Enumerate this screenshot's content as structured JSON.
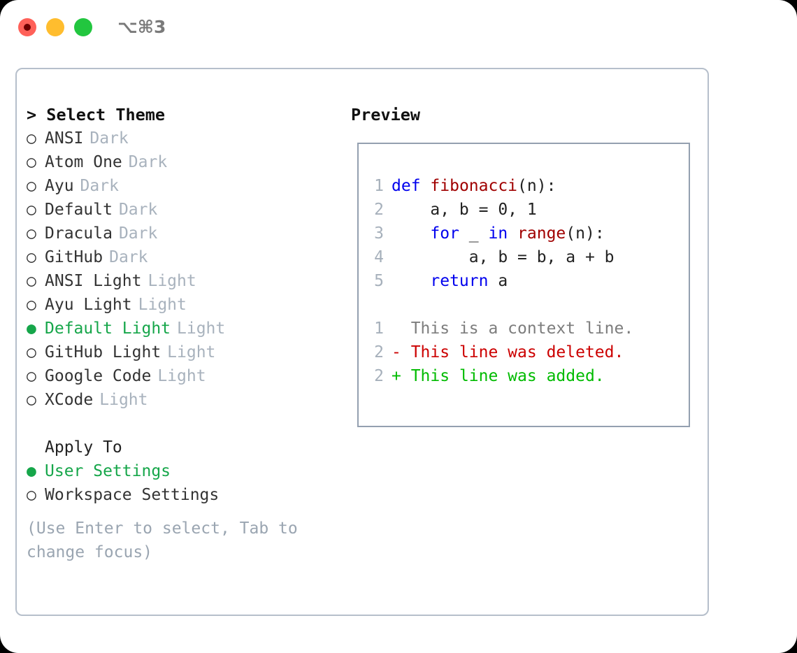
{
  "titlebar": {
    "shortcut": "⌥⌘3",
    "buttons": {
      "close": "close",
      "minimize": "minimize",
      "maximize": "maximize"
    }
  },
  "colors": {
    "selected_green": "#16a64a",
    "muted_gray": "#a8b2bd",
    "hint_gray": "#9aa5b1",
    "keyword_blue": "#0000ee",
    "function_red": "#a00000",
    "diff_deleted": "#cc0000",
    "diff_added": "#00bb00",
    "panel_border": "#b6bfcb",
    "preview_border": "#94a0b0"
  },
  "theme_picker": {
    "header": "> Select Theme",
    "items": [
      {
        "bullet": "○",
        "label": "ANSI",
        "tag": "Dark",
        "selected": false
      },
      {
        "bullet": "○",
        "label": "Atom One",
        "tag": "Dark",
        "selected": false
      },
      {
        "bullet": "○",
        "label": "Ayu",
        "tag": "Dark",
        "selected": false
      },
      {
        "bullet": "○",
        "label": "Default",
        "tag": "Dark",
        "selected": false
      },
      {
        "bullet": "○",
        "label": "Dracula",
        "tag": "Dark",
        "selected": false
      },
      {
        "bullet": "○",
        "label": "GitHub",
        "tag": "Dark",
        "selected": false
      },
      {
        "bullet": "○",
        "label": "ANSI Light",
        "tag": "Light",
        "selected": false
      },
      {
        "bullet": "○",
        "label": "Ayu Light",
        "tag": "Light",
        "selected": false
      },
      {
        "bullet": "●",
        "label": "Default Light",
        "tag": "Light",
        "selected": true
      },
      {
        "bullet": "○",
        "label": "GitHub Light",
        "tag": "Light",
        "selected": false
      },
      {
        "bullet": "○",
        "label": "Google Code",
        "tag": "Light",
        "selected": false
      },
      {
        "bullet": "○",
        "label": "XCode",
        "tag": "Light",
        "selected": false
      }
    ]
  },
  "apply_to": {
    "header": "Apply To",
    "items": [
      {
        "bullet": "●",
        "label": "User Settings",
        "selected": true
      },
      {
        "bullet": "○",
        "label": "Workspace Settings",
        "selected": false
      }
    ]
  },
  "hint": "(Use Enter to select, Tab to change focus)",
  "preview": {
    "title": "Preview",
    "code_lines": [
      {
        "num": "1",
        "tokens": [
          {
            "t": "def",
            "c": "kw"
          },
          {
            "t": " ",
            "c": "pl"
          },
          {
            "t": "fibonacci",
            "c": "fn"
          },
          {
            "t": "(n):",
            "c": "pl"
          }
        ]
      },
      {
        "num": "2",
        "tokens": [
          {
            "t": "    a, b = 0, 1",
            "c": "pl"
          }
        ]
      },
      {
        "num": "3",
        "tokens": [
          {
            "t": "    ",
            "c": "pl"
          },
          {
            "t": "for",
            "c": "kw"
          },
          {
            "t": " _ ",
            "c": "pl"
          },
          {
            "t": "in",
            "c": "kw"
          },
          {
            "t": " ",
            "c": "pl"
          },
          {
            "t": "range",
            "c": "fn"
          },
          {
            "t": "(n):",
            "c": "pl"
          }
        ]
      },
      {
        "num": "4",
        "tokens": [
          {
            "t": "        a, b = b, a + b",
            "c": "pl"
          }
        ]
      },
      {
        "num": "5",
        "tokens": [
          {
            "t": "    ",
            "c": "pl"
          },
          {
            "t": "return",
            "c": "kw"
          },
          {
            "t": " a",
            "c": "pl"
          }
        ]
      }
    ],
    "diff_lines": [
      {
        "num": "1",
        "marker": " ",
        "text": " This is a context line.",
        "kind": "ctx"
      },
      {
        "num": "2",
        "marker": "-",
        "text": " This line was deleted.",
        "kind": "del"
      },
      {
        "num": "2",
        "marker": "+",
        "text": " This line was added.",
        "kind": "add"
      }
    ]
  }
}
